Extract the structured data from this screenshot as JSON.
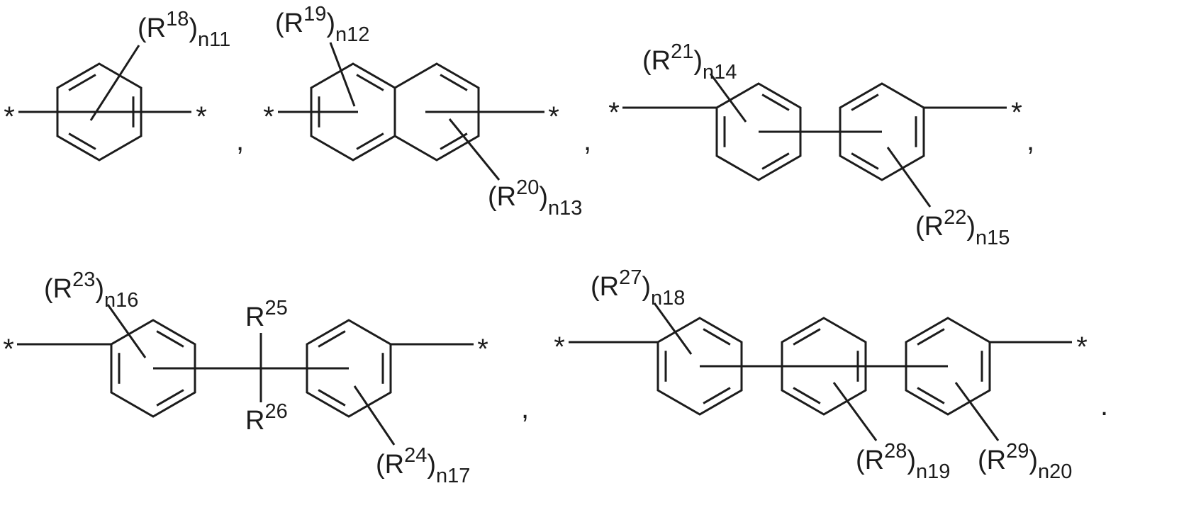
{
  "page": {
    "background": "#ffffff",
    "ink": "#1c1c1c"
  },
  "structures": [
    {
      "left_attachment": "*",
      "right_attachment": "*",
      "separator": ",",
      "substituents": [
        {
          "open": "(R",
          "sup": "18",
          "close": ")",
          "sub": "n11"
        }
      ]
    },
    {
      "left_attachment": "*",
      "right_attachment": "*",
      "separator": ",",
      "substituents": [
        {
          "open": "(R",
          "sup": "19",
          "close": ")",
          "sub": "n12"
        },
        {
          "open": "(R",
          "sup": "20",
          "close": ")",
          "sub": "n13"
        }
      ]
    },
    {
      "left_attachment": "*",
      "right_attachment": "*",
      "separator": ",",
      "substituents": [
        {
          "open": "(R",
          "sup": "21",
          "close": ")",
          "sub": "n14"
        },
        {
          "open": "(R",
          "sup": "22",
          "close": ")",
          "sub": "n15"
        }
      ]
    },
    {
      "left_attachment": "*",
      "right_attachment": "*",
      "separator": ",",
      "substituents": [
        {
          "open": "(R",
          "sup": "23",
          "close": ")",
          "sub": "n16"
        },
        {
          "open": "(R",
          "sup": "24",
          "close": ")",
          "sub": "n17"
        }
      ],
      "bridge_substituents": [
        {
          "open": "R",
          "sup": "25"
        },
        {
          "open": "R",
          "sup": "26"
        }
      ]
    },
    {
      "left_attachment": "*",
      "right_attachment": "*",
      "separator": ".",
      "substituents": [
        {
          "open": "(R",
          "sup": "27",
          "close": ")",
          "sub": "n18"
        },
        {
          "open": "(R",
          "sup": "28",
          "close": ")",
          "sub": "n19"
        },
        {
          "open": "(R",
          "sup": "29",
          "close": ")",
          "sub": "n20"
        }
      ]
    }
  ]
}
